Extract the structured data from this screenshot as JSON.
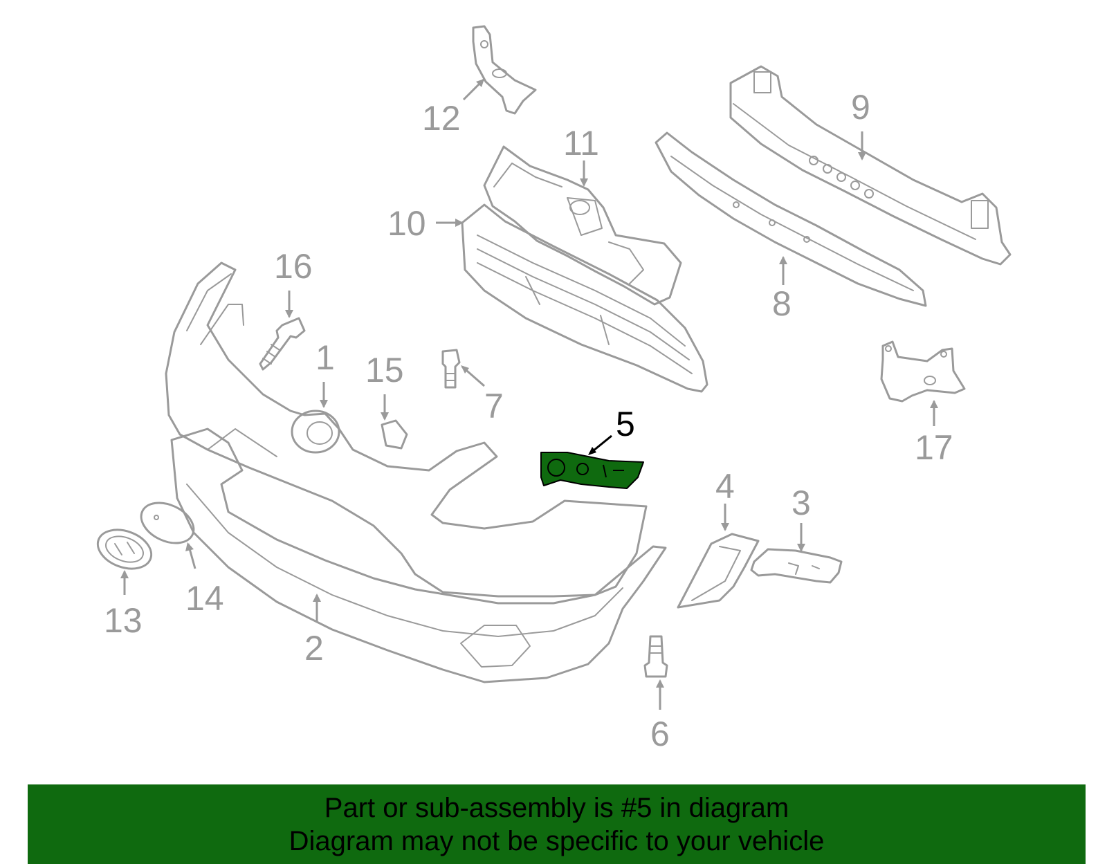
{
  "diagram": {
    "callouts": {
      "c1": "1",
      "c2": "2",
      "c3": "3",
      "c4": "4",
      "c5": "5",
      "c6": "6",
      "c7": "7",
      "c8": "8",
      "c9": "9",
      "c10": "10",
      "c11": "11",
      "c12": "12",
      "c13": "13",
      "c14": "14",
      "c15": "15",
      "c16": "16",
      "c17": "17"
    },
    "highlighted_part": "5",
    "colors": {
      "line_gray": "#9a9a9a",
      "highlight_green": "#0f6a0f",
      "banner_green": "#0f6a0f",
      "highlight_text": "#000000"
    }
  },
  "banner": {
    "line1": "Part or sub-assembly is #5 in diagram",
    "line2": "Diagram may not be specific to your vehicle"
  }
}
